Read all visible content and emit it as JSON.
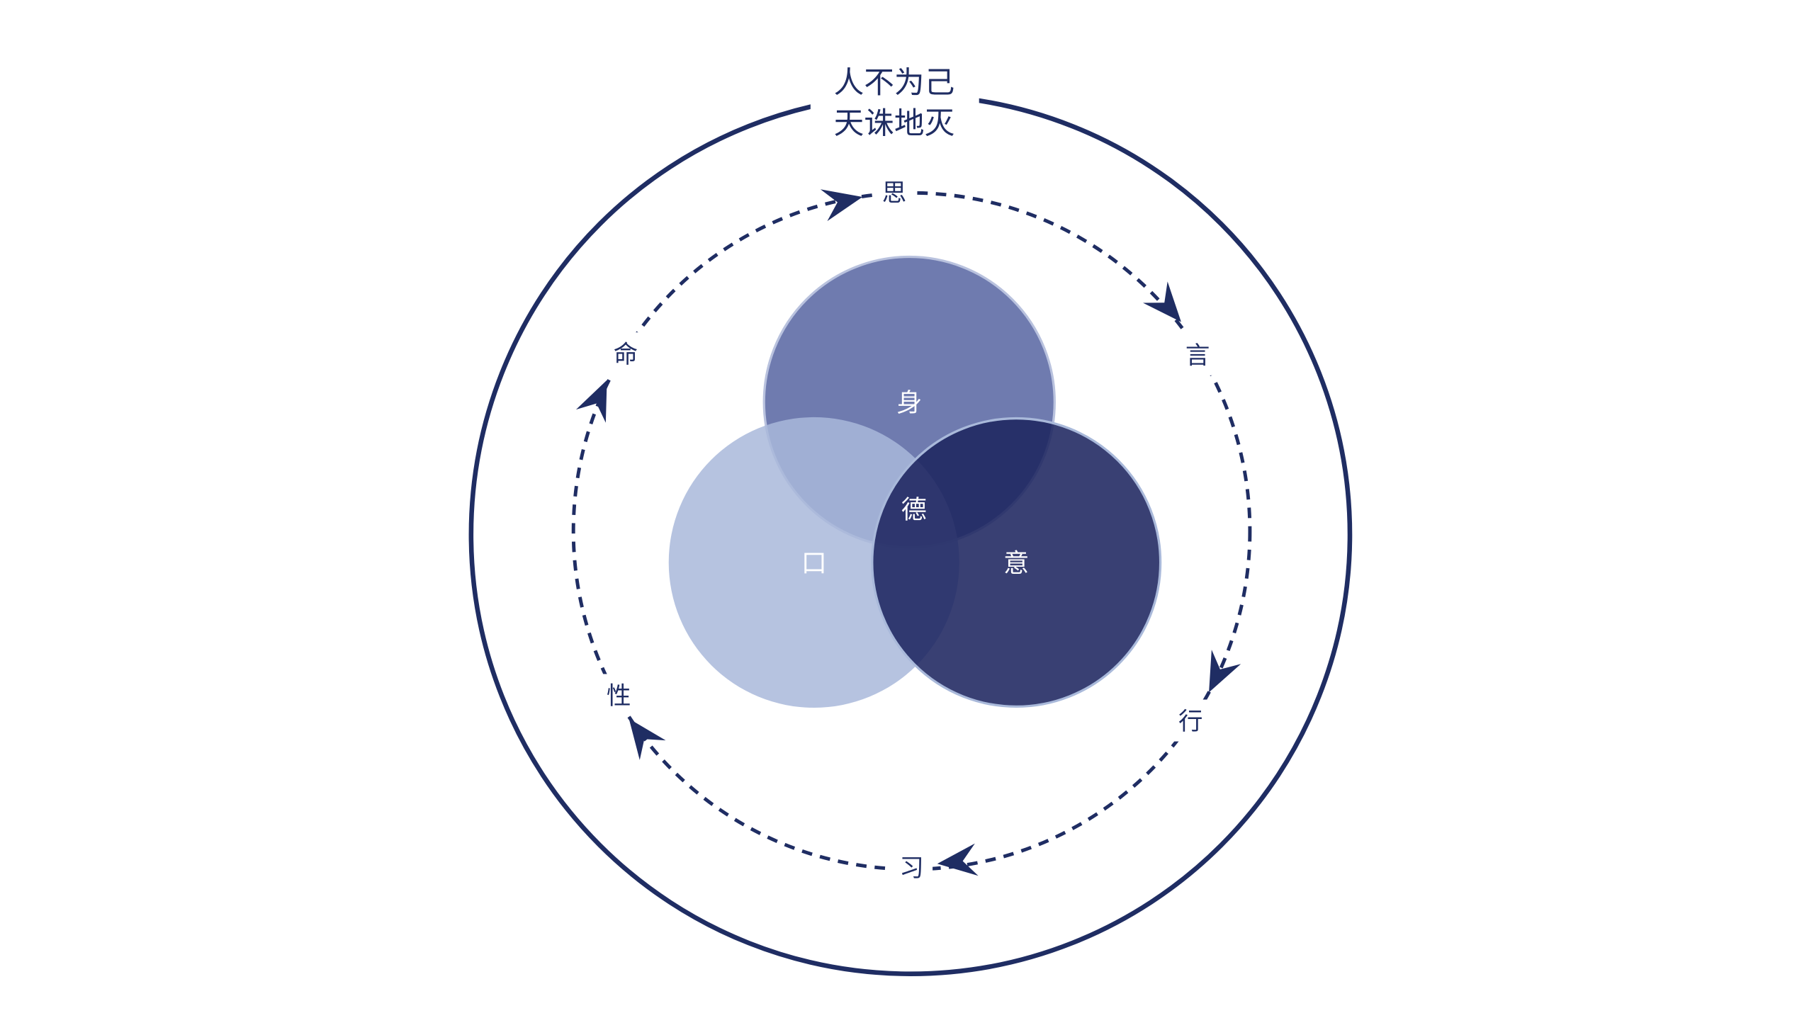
{
  "title": {
    "line1": "人不为己",
    "line2": "天诛地灭"
  },
  "cycle": [
    "思",
    "言",
    "行",
    "习",
    "性",
    "命"
  ],
  "venn": {
    "top": "身",
    "left": "口",
    "right": "意",
    "center": "德"
  },
  "colors": {
    "navy": "#1f2d63",
    "top": "#6f7baf",
    "left": "#a9b9da",
    "right": "#2a3166"
  }
}
